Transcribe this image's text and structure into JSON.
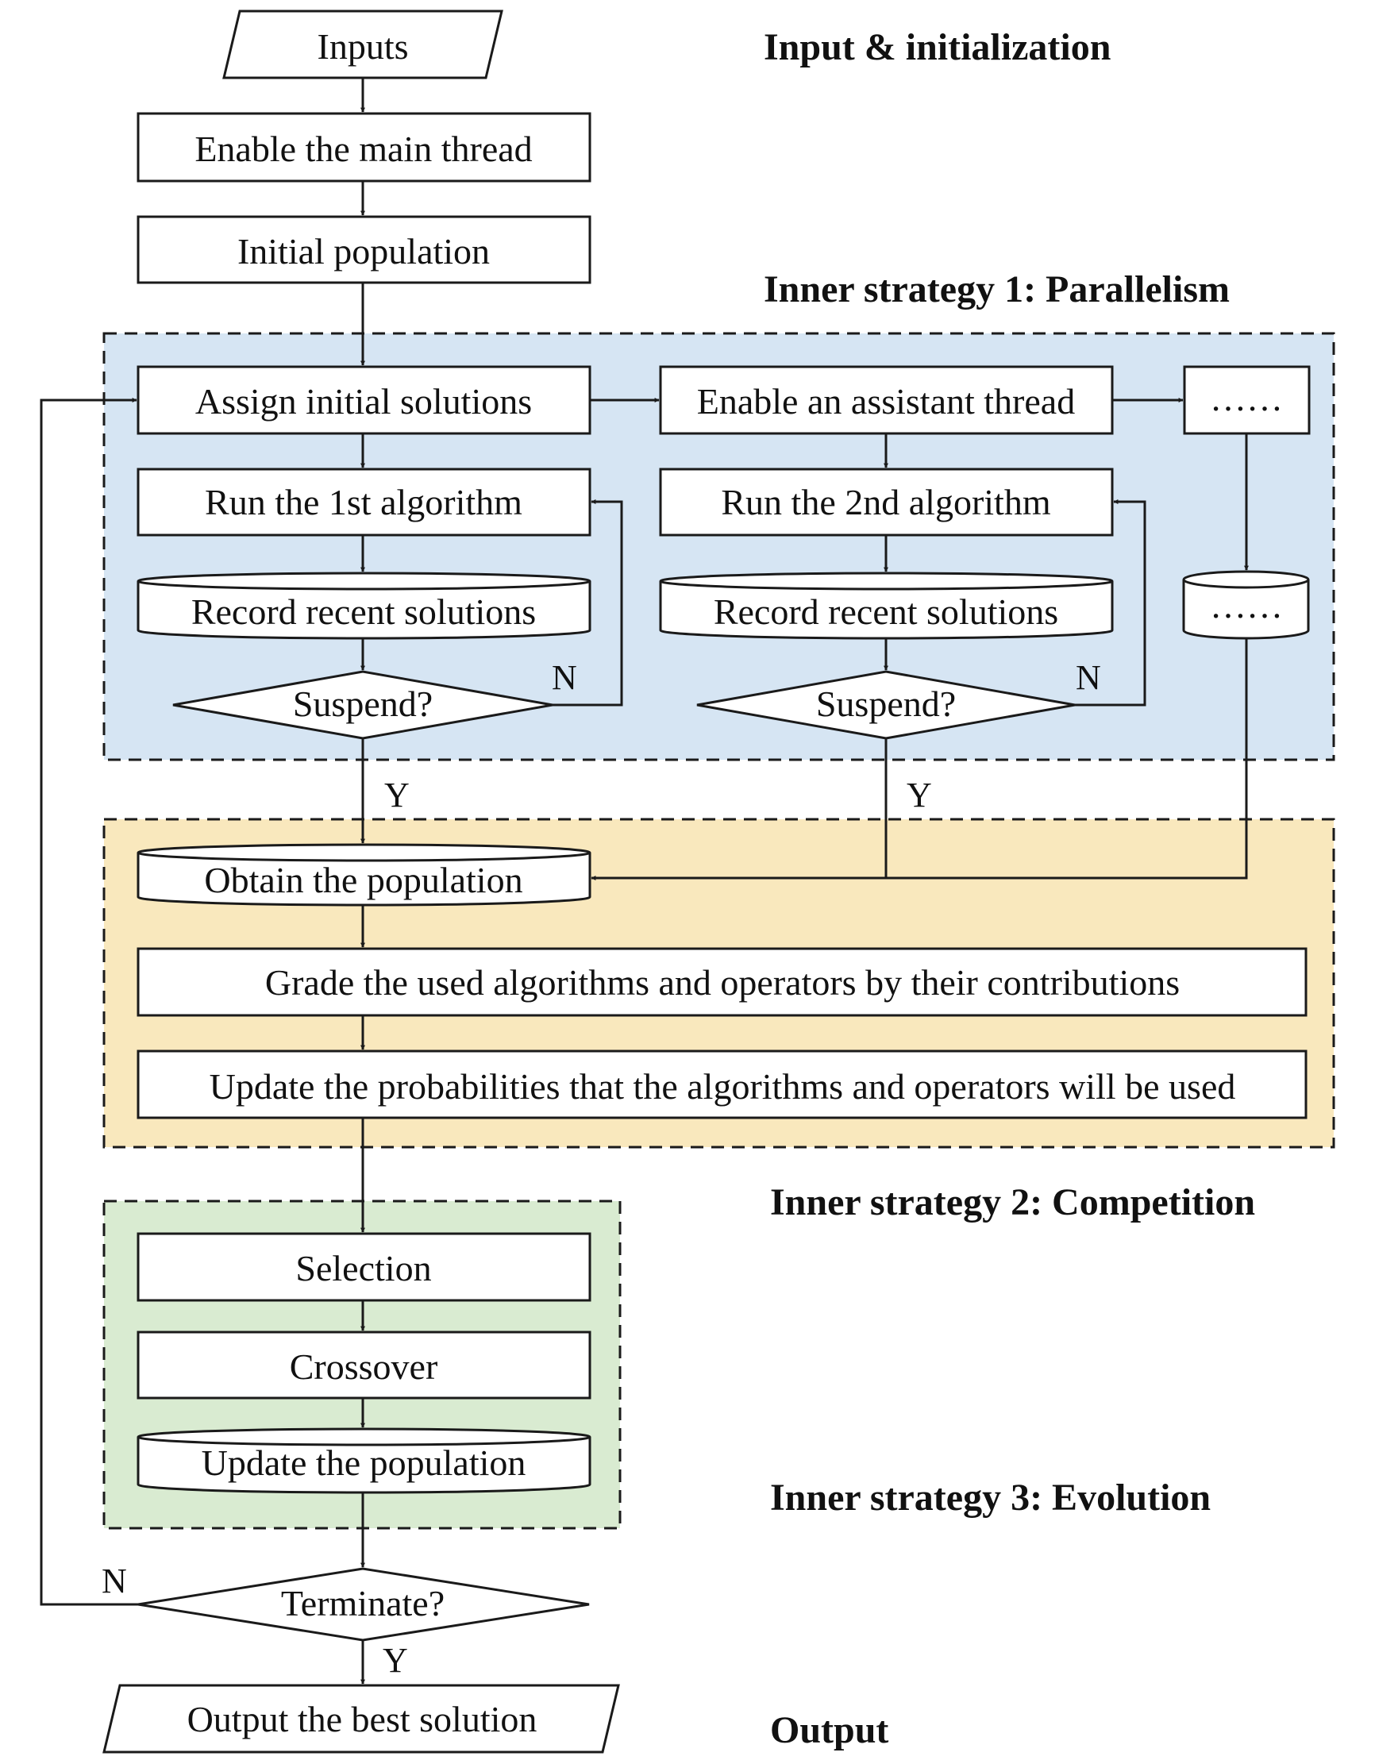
{
  "sections": {
    "input_init": "Input & initialization",
    "strategy1": "Inner strategy 1: Parallelism",
    "strategy2": "Inner strategy 2: Competition",
    "strategy3": "Inner strategy 3: Evolution",
    "output": "Output"
  },
  "nodes": {
    "inputs": "Inputs",
    "enable_main": "Enable the main thread",
    "initial_pop": "Initial population",
    "assign": "Assign initial solutions",
    "enable_assist": "Enable an assistant thread",
    "more_threads": "……",
    "run1": "Run the 1st algorithm",
    "run2": "Run the 2nd algorithm",
    "record1": "Record recent solutions",
    "record2": "Record recent solutions",
    "record3": "……",
    "suspend1": "Suspend?",
    "suspend2": "Suspend?",
    "obtain": "Obtain the population",
    "grade": "Grade the used algorithms and operators by their contributions",
    "update_prob": "Update the probabilities that the algorithms and operators will be used",
    "selection": "Selection",
    "crossover": "Crossover",
    "update_pop": "Update the population",
    "terminate": "Terminate?",
    "output_best": "Output the best solution"
  },
  "edge_labels": {
    "suspend1_no": "N",
    "suspend1_yes": "Y",
    "suspend2_no": "N",
    "suspend2_yes": "Y",
    "terminate_no": "N",
    "terminate_yes": "Y"
  },
  "colors": {
    "parallelism_region": "#d6e5f3",
    "competition_region": "#f9e8bd",
    "evolution_region": "#d9ebd1"
  }
}
